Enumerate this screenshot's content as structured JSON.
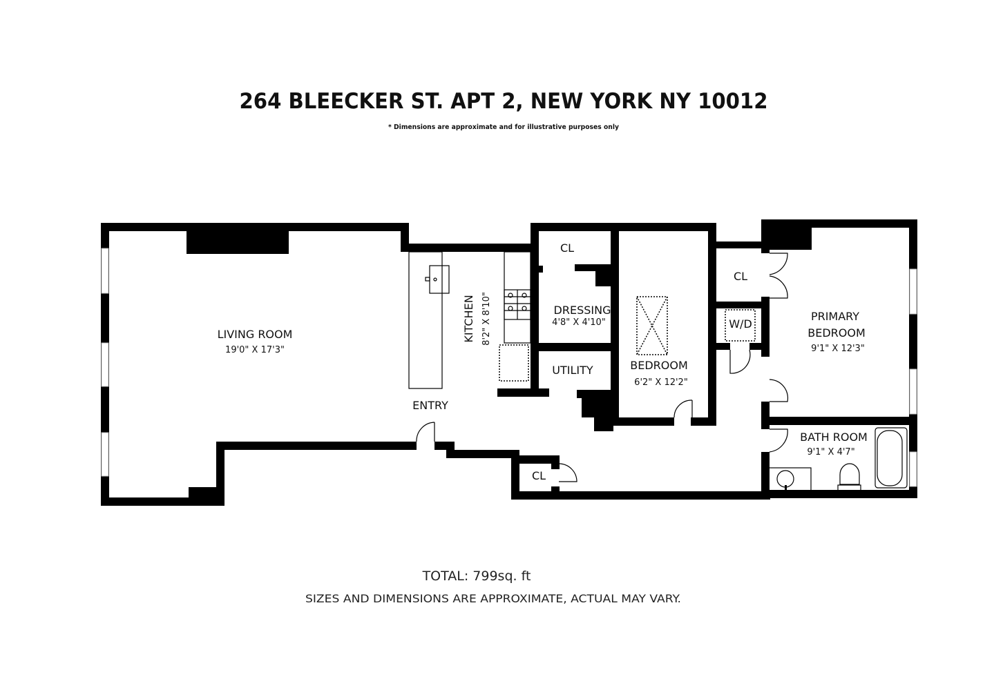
{
  "header": {
    "title": "264 BLEECKER ST. APT 2, NEW YORK NY 10012",
    "disclaimer": "* Dimensions are approximate and for illustrative purposes only"
  },
  "rooms": {
    "living": {
      "name": "LIVING ROOM",
      "dims": "19'0\" X 17'3\""
    },
    "kitchen": {
      "name": "KITCHEN",
      "dims": "8'2\" X 8'10\""
    },
    "entry": {
      "name": "ENTRY"
    },
    "dressing": {
      "name": "DRESSING",
      "dims": "4'8\" X 4'10\""
    },
    "utility": {
      "name": "UTILITY"
    },
    "bedroom": {
      "name": "BEDROOM",
      "dims": "6'2\" X 12'2\""
    },
    "primary": {
      "name1": "PRIMARY",
      "name2": "BEDROOM",
      "dims": "9'1\" X 12'3\""
    },
    "bath": {
      "name": "BATH ROOM",
      "dims": "9'1\" X 4'7\""
    },
    "wd": {
      "name": "W/D"
    },
    "closet_dressing": {
      "name": "CL"
    },
    "closet_primary": {
      "name": "CL"
    },
    "closet_entry": {
      "name": "CL"
    }
  },
  "footer": {
    "total": "TOTAL: 799sq. ft",
    "note": "SIZES AND DIMENSIONS ARE APPROXIMATE, ACTUAL MAY VARY."
  }
}
